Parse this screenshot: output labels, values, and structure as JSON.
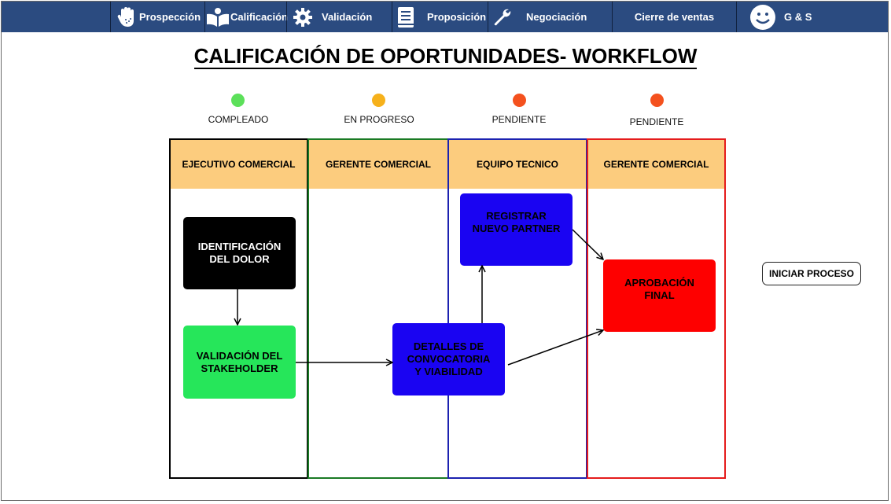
{
  "nav": {
    "items": [
      {
        "label": "Prospección",
        "icon": "hand-icon"
      },
      {
        "label": "Calificación",
        "icon": "book-icon"
      },
      {
        "label": "Validación",
        "icon": "gear-icon"
      },
      {
        "label": "Proposición",
        "icon": "document-icon"
      },
      {
        "label": "Negociación",
        "icon": "wrench-icon"
      },
      {
        "label": "Cierre de ventas",
        "icon": ""
      },
      {
        "label": "G & S",
        "icon": "smiley-icon"
      }
    ]
  },
  "page": {
    "title": "CALIFICACIÓN DE OPORTUNIDADES- WORKFLOW"
  },
  "legend": [
    {
      "label": "COMPLEADO",
      "color": "#5ce05a"
    },
    {
      "label": "EN PROGRESO",
      "color": "#f6b11b"
    },
    {
      "label": "PENDIENTE",
      "color": "#f4511e"
    },
    {
      "label": "PENDIENTE",
      "color": "#f4511e"
    }
  ],
  "lanes": [
    {
      "header": "EJECUTIVO COMERCIAL",
      "border_color": "#000000"
    },
    {
      "header": "GERENTE COMERCIAL",
      "border_color": "#1a7a24"
    },
    {
      "header": "EQUIPO TECNICO",
      "border_color": "#1c22b0"
    },
    {
      "header": "GERENTE COMERCIAL",
      "border_color": "#e51c1c"
    }
  ],
  "boxes": {
    "identificacion": {
      "label": "IDENTIFICACIÓN\nDEL DOLOR",
      "color": "#000000",
      "text_color": "#ffffff"
    },
    "validacion": {
      "label": "VALIDACIÓN DEL\nSTAKEHOLDER",
      "color": "#26e65a",
      "text_color": "#000000"
    },
    "detalles": {
      "label": "DETALLES DE\nCONVOCATORIA\nY VIABILIDAD",
      "color": "#1a04f2",
      "text_color": "#000000"
    },
    "registrar": {
      "label": "REGISTRAR\nNUEVO PARTNER",
      "color": "#1a04f2",
      "text_color": "#000000"
    },
    "aprobacion": {
      "label": "APROBACIÓN\nFINAL",
      "color": "#fe0000",
      "text_color": "#000000"
    }
  },
  "actions": {
    "start_label": "INICIAR PROCESO"
  }
}
